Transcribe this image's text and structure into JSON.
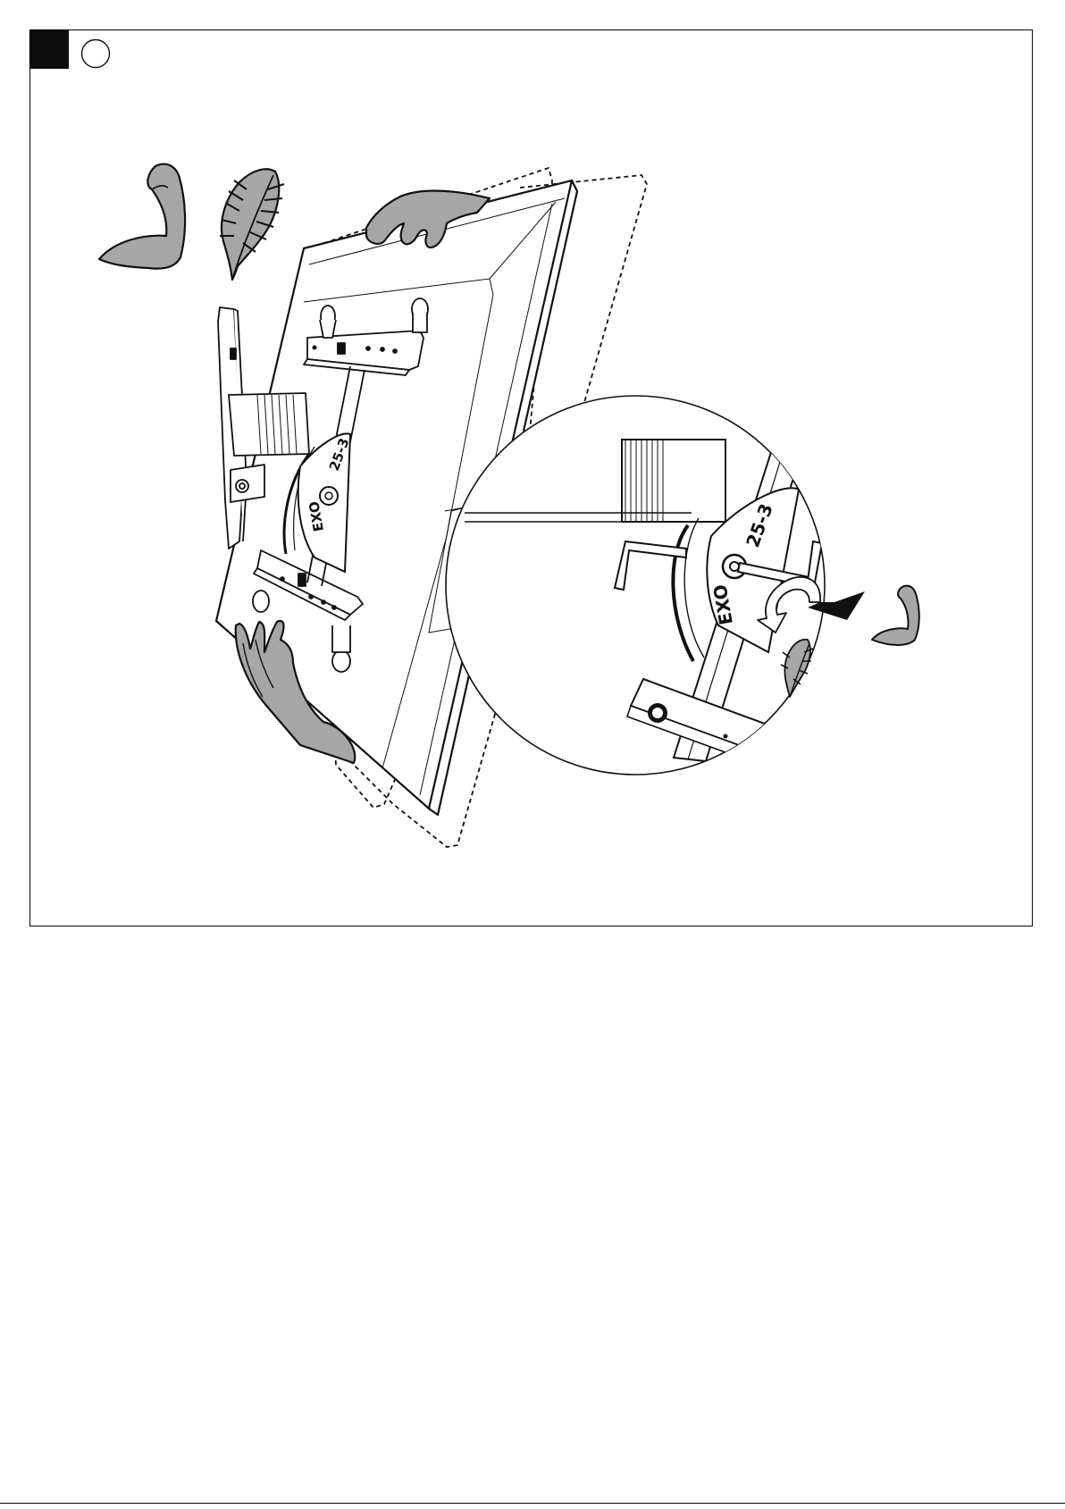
{
  "step": {
    "number": "",
    "substep": ""
  },
  "bracket_label": {
    "brand": "EXO",
    "model": "25-3"
  },
  "detail_label": {
    "brand": "EXO",
    "model": "25-3"
  },
  "icons": {
    "strength": "flexed-arm-icon",
    "light_weight": "feather-icon",
    "rotate": "curved-arrow-icon",
    "hex_key": "allen-key-icon"
  },
  "colors": {
    "line": "#111111",
    "fill_gray": "#a6a6a6",
    "panel_border": "#222222",
    "badge": "#0d0d0d"
  }
}
